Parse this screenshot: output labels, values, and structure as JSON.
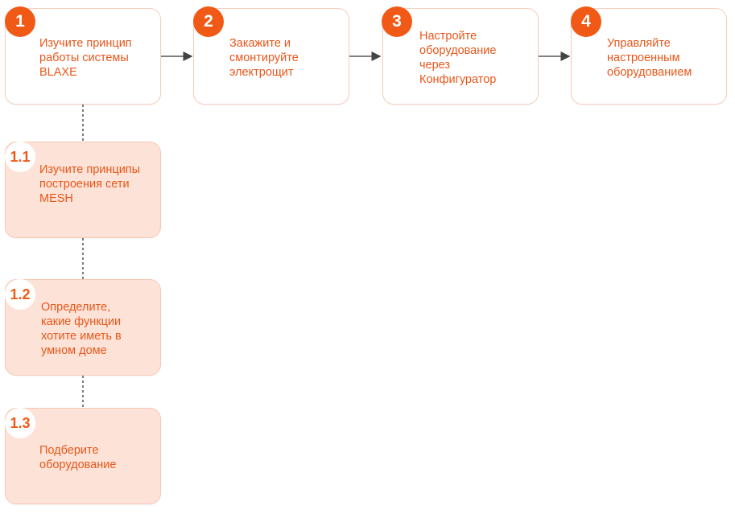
{
  "steps": [
    {
      "number": "1",
      "text": "Изучите принцип работы системы BLAXE"
    },
    {
      "number": "2",
      "text": "Закажите и смонтируйте электрощит"
    },
    {
      "number": "3",
      "text": "Настройте оборудование через Конфигуратор"
    },
    {
      "number": "4",
      "text": "Управляйте настроенным оборудованием"
    }
  ],
  "substeps": [
    {
      "number": "1.1",
      "text": "Изучите принципы построения сети MESH"
    },
    {
      "number": "1.2",
      "text": "Определите, какие функции хотите иметь в умном доме"
    },
    {
      "number": "1.3",
      "text": "Подберите оборудование"
    }
  ],
  "colors": {
    "accent": "#f05a16",
    "text": "#e8561a",
    "substep_background": "#fde3d7"
  }
}
